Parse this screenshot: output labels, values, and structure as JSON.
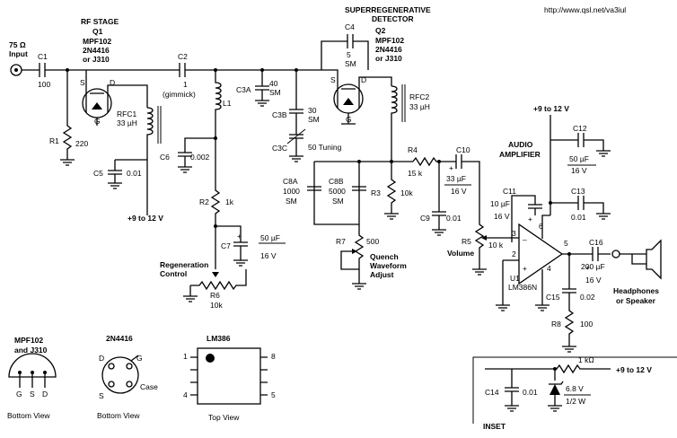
{
  "url": "http://www.qsl.net/va3iul",
  "input": {
    "line1": "75 Ω",
    "line2": "Input"
  },
  "rf_stage": {
    "title": "RF STAGE",
    "ref": "Q1",
    "p1": "MPF102",
    "p2": "2N4416",
    "p3": "or J310"
  },
  "detector": {
    "title1": "SUPERREGENERATIVE",
    "title2": "DETECTOR",
    "ref": "Q2",
    "p1": "MPF102",
    "p2": "2N4416",
    "p3": "or J310"
  },
  "components": {
    "c1": "C1",
    "c1v": "100",
    "c2": "C2",
    "c2v": "1",
    "c2n": "(gimmick)",
    "c3a": "C3A",
    "c3av": "40",
    "c3au": "SM",
    "c3b": "C3B",
    "c3bv": "30",
    "c3bu": "SM",
    "c3c": "C3C",
    "c3cv": "50 Tuning",
    "c4": "C4",
    "c4v": "5",
    "c4u": "SM",
    "c5": "C5",
    "c5v": "0.01",
    "c6": "C6",
    "c6v": "0.002",
    "c7": "C7",
    "c7v1": "50 µF",
    "c7v2": "16 V",
    "c8a": "C8A",
    "c8av": "1000",
    "c8au": "SM",
    "c8b": "C8B",
    "c8bv": "5000",
    "c8bu": "SM",
    "c9": "C9",
    "c9v": "0.01",
    "c10": "C10",
    "c10v1": "33 µF",
    "c10v2": "16 V",
    "c11": "C11",
    "c11v1": "10 µF",
    "c11v2": "16 V",
    "c12": "C12",
    "c12v1": "50 µF",
    "c12v2": "16 V",
    "c13": "C13",
    "c13v": "0.01",
    "c14": "C14",
    "c14v": "0.01",
    "c15": "C15",
    "c15v": "0.02",
    "c16": "C16",
    "c16v1": "200 µF",
    "c16v2": "16 V",
    "r1": "R1",
    "r1v": "220",
    "r2": "R2",
    "r2v": "1k",
    "r3": "R3",
    "r3v": "10k",
    "r4": "R4",
    "r4v": "15 k",
    "r5": "R5",
    "r5v": "10 k",
    "r5n": "Volume",
    "r6": "R6",
    "r6v": "10k",
    "r6n1": "Regeneration",
    "r6n2": "Control",
    "r7": "R7",
    "r7v": "500",
    "r7n1": "Quench",
    "r7n2": "Waveform",
    "r7n3": "Adjust",
    "r8": "R8",
    "r8v": "100",
    "rfc1": "RFC1",
    "rfc1v": "33 µH",
    "rfc2": "RFC2",
    "rfc2v": "33 µH",
    "l1": "L1",
    "u1": "U1",
    "u1p": "LM386N",
    "sd1": "S",
    "dd1": "D",
    "gd1": "G",
    "sd2": "S",
    "dd2": "D",
    "gd2": "G"
  },
  "supply": {
    "rf": "+9 to 12 V",
    "audio": "+9 to 12 V",
    "inset": "+9 to 12 V"
  },
  "audio": {
    "title1": "AUDIO",
    "title2": "AMPLIFIER"
  },
  "pins": {
    "p2": "2",
    "p3": "3",
    "p4": "4",
    "p5": "5",
    "p6": "6",
    "p1": "1",
    "p8": "8"
  },
  "output": {
    "line1": "Headphones",
    "line2": "or Speaker"
  },
  "inset": {
    "label": "INSET",
    "res": "1 kΩ",
    "zener1": "6.8 V",
    "zener2": "1/2 W"
  },
  "views": {
    "mpf_title1": "MPF102",
    "mpf_title2": "and J310",
    "mpf_pins": [
      "G",
      "S",
      "D"
    ],
    "mpf_caption": "Bottom View",
    "jfet_title": "2N4416",
    "jfet_pins": [
      "D",
      "G",
      "S",
      "Case"
    ],
    "jfet_caption": "Bottom View",
    "ic_title": "LM386",
    "ic_pins": [
      "1",
      "8",
      "4",
      "5"
    ],
    "ic_caption": "Top View"
  }
}
